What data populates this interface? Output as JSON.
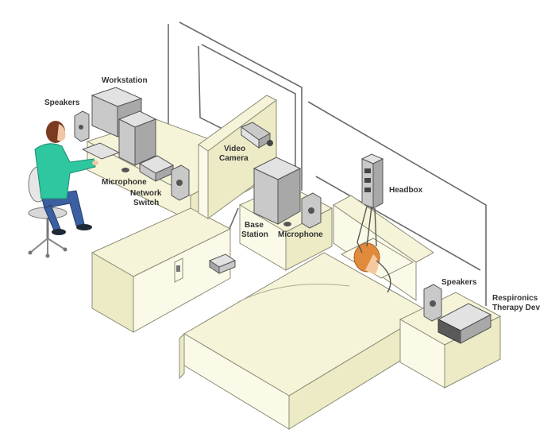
{
  "labels": {
    "workstation": "Workstation",
    "speakers_left": "Speakers",
    "microphone_left": "Microphone",
    "network_switch_1": "Network",
    "network_switch_2": "Switch",
    "video_camera_1": "Video",
    "video_camera_2": "Camera",
    "base_station_1": "Base",
    "base_station_2": "Station",
    "microphone_right": "Microphone",
    "headbox": "Headbox",
    "speakers_right": "Speakers",
    "respironics_1": "Respironics",
    "respironics_2": "Therapy Dev"
  },
  "colors": {
    "furniture": "#f6f4d8",
    "cables": "#6c6c6c",
    "shirt": "#2fc7a0",
    "pants": "#3b5fa0",
    "hair": "#7a3b22",
    "patient_hair": "#e08a3c"
  }
}
